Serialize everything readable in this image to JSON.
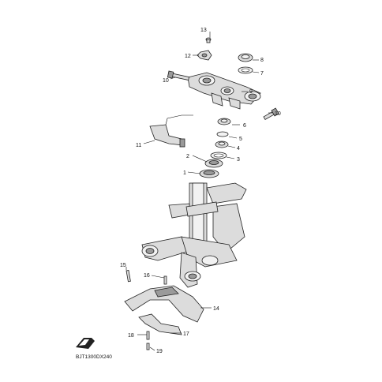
{
  "callouts": [
    "1",
    "2",
    "3",
    "4",
    "5",
    "6",
    "7",
    "8",
    "9",
    "10",
    "10",
    "11",
    "12",
    "13",
    "14",
    "15",
    "16",
    "17",
    "18",
    "19"
  ],
  "diagram_code": "BJT1300DX240",
  "icons": {
    "fwd_arrow": "front-direction-arrow-icon"
  }
}
